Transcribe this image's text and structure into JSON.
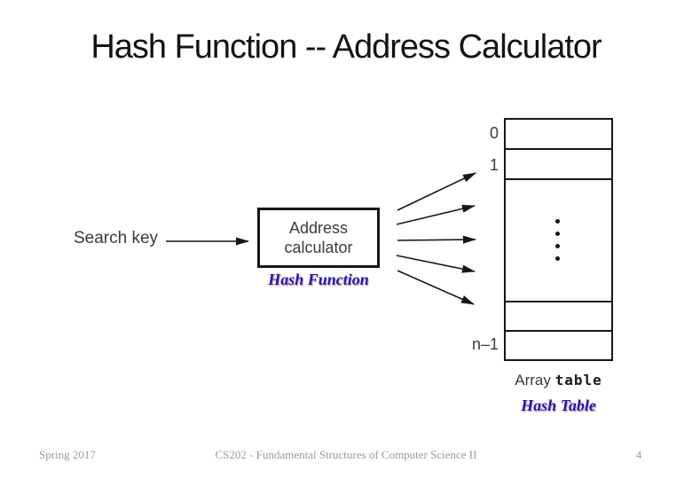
{
  "slide": {
    "title": "Hash Function -- Address Calculator",
    "footer": {
      "semester": "Spring 2017",
      "course": "CS202 - Fundamental Structures of Computer Science II",
      "page_number": "4"
    }
  },
  "diagram": {
    "search_key_label": "Search key",
    "address_calculator": {
      "line1": "Address",
      "line2": "calculator"
    },
    "hash_function_label": "Hash Function",
    "fan_arrow_count": 5,
    "hash_table": {
      "index_labels": [
        "0",
        "1",
        "n–1"
      ],
      "ellipsis_dot_count": 4,
      "array_label_prefix": "Array",
      "array_label_name": "table",
      "hash_table_label": "Hash Table"
    },
    "colors": {
      "ink": "#161616",
      "diagram_text": "#3a3a3a",
      "accent_blue": "#1b16c0",
      "accent_red_shadow": "#b43c3c",
      "footer_gray": "#9a9a9a"
    }
  }
}
